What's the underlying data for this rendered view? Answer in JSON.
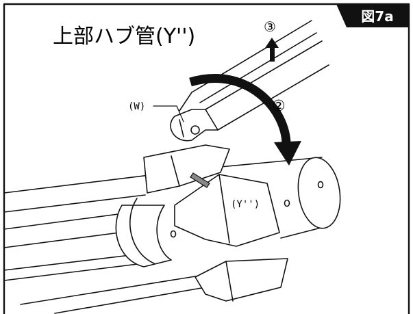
{
  "figure": {
    "badge": "図7a",
    "title": "上部ハブ管(Y'')",
    "labels": {
      "w": "(W)",
      "y": "(Y'')",
      "step2": "②",
      "step3": "③"
    },
    "colors": {
      "ink": "#111111",
      "badge_bg": "#111111",
      "badge_text": "#ffffff",
      "pin_fill": "#888888"
    }
  }
}
